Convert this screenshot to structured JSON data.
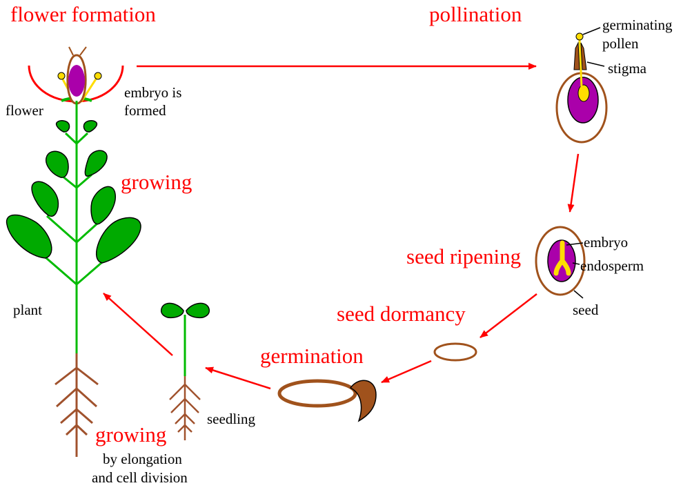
{
  "colors": {
    "stage_title": "#ff0000",
    "arrow": "#ff0000",
    "label": "#000000",
    "stem": "#00bb00",
    "leaf": "#00aa00",
    "root": "#a0522d",
    "seed_coat": "#a0521c",
    "embryo_sac": "#aa00aa",
    "yellow": "#ffdd00"
  },
  "stages": {
    "flower_formation": "flower formation",
    "pollination": "pollination",
    "growing_plant": "growing",
    "seed_ripening": "seed ripening",
    "seed_dormancy": "seed dormancy",
    "germination": "germination",
    "growing_seedling": "growing"
  },
  "labels": {
    "flower": "flower",
    "embryo_formed_1": "embryo is",
    "embryo_formed_2": "formed",
    "germinating_pollen_1": "germinating",
    "germinating_pollen_2": "pollen",
    "stigma": "stigma",
    "embryo": "embryo",
    "endosperm": "endosperm",
    "seed": "seed",
    "plant": "plant",
    "seedling": "seedling",
    "elongation_1": "by elongation",
    "elongation_2": "and cell division"
  }
}
